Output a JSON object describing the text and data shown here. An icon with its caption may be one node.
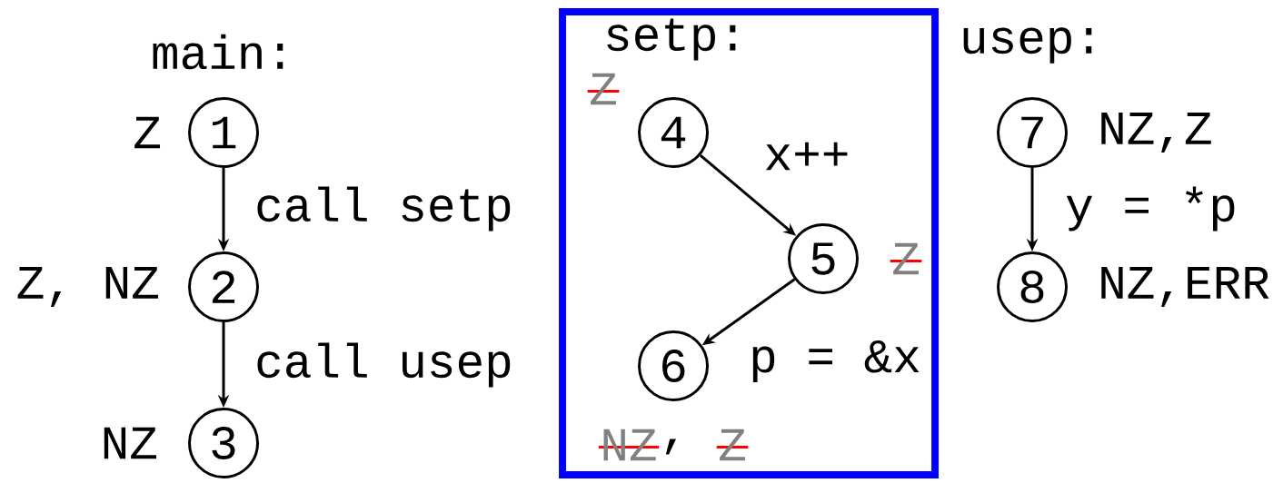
{
  "diagram": {
    "nodes": [
      {
        "text": [
          "1"
        ],
        "beside": [
          "Z"
        ]
      },
      {
        "text": [
          "2"
        ],
        "beside": [
          "Z, NZ"
        ]
      },
      {
        "text": [
          "3"
        ],
        "beside": [
          "NZ"
        ]
      },
      {
        "text": [
          "setp:"
        ]
      },
      {
        "text": [
          "4"
        ],
        "beside": [
          "Z"
        ],
        "in": 3
      },
      {
        "text": [
          "5"
        ],
        "beside": [
          "Z"
        ],
        "in": 3
      },
      {
        "text": [
          "6"
        ],
        "in": 3
      },
      {
        "text": [
          "7"
        ],
        "beside": [
          "NZ,Z"
        ]
      },
      {
        "text": [
          "8"
        ],
        "beside": [
          "NZ,ERR"
        ]
      }
    ],
    "edges": [
      {
        "from": 0,
        "to": 1,
        "arrow": "to",
        "label": "call setp"
      },
      {
        "from": 1,
        "to": 2,
        "arrow": "to",
        "label": "call usep"
      },
      {
        "from": 4,
        "to": 5,
        "arrow": "to",
        "label": "x++"
      },
      {
        "from": 5,
        "to": 6,
        "arrow": "to",
        "label": "p = &x"
      },
      {
        "from": 7,
        "to": 8,
        "arrow": "to",
        "label": "y = *p"
      }
    ],
    "labels": [
      "main:",
      "usep:",
      "NZ",
      ",",
      "Z"
    ]
  }
}
